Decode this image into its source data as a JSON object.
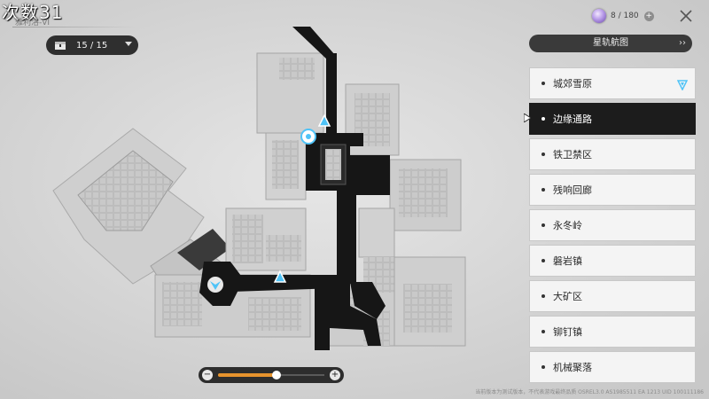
{
  "overlay": {
    "count_label": "次数31"
  },
  "world": {
    "name": "雅利洛-VI"
  },
  "chest_filter": {
    "count": "15 / 15"
  },
  "stamina": {
    "value": "8 / 180",
    "plus": "+"
  },
  "nav": {
    "header": "星轨航图",
    "arrow": "››"
  },
  "locations": [
    {
      "label": "城郊雪原",
      "active": false
    },
    {
      "label": "边缘通路",
      "active": true
    },
    {
      "label": "铁卫禁区",
      "active": false
    },
    {
      "label": "残响回廊",
      "active": false
    },
    {
      "label": "永冬岭",
      "active": false
    },
    {
      "label": "磐岩镇",
      "active": false
    },
    {
      "label": "大矿区",
      "active": false
    },
    {
      "label": "铆钉镇",
      "active": false
    },
    {
      "label": "机械聚落",
      "active": false
    }
  ],
  "zoom": {
    "minus": "−",
    "plus": "+",
    "level": 0.55
  },
  "footer": {
    "text": "当前版本为测试版本，不代表游戏最终品质 OSREL3.0 AS1985511 EA 1213 UID 100111186"
  },
  "colors": {
    "accent": "#e7932d",
    "marker": "#4fc3f7",
    "active_row": "#1c1c1c"
  },
  "icons": [
    "chest-icon",
    "stamina-orb-icon",
    "close-icon",
    "teleport-anchor-icon",
    "space-anchor-icon",
    "location-pin-icon"
  ]
}
